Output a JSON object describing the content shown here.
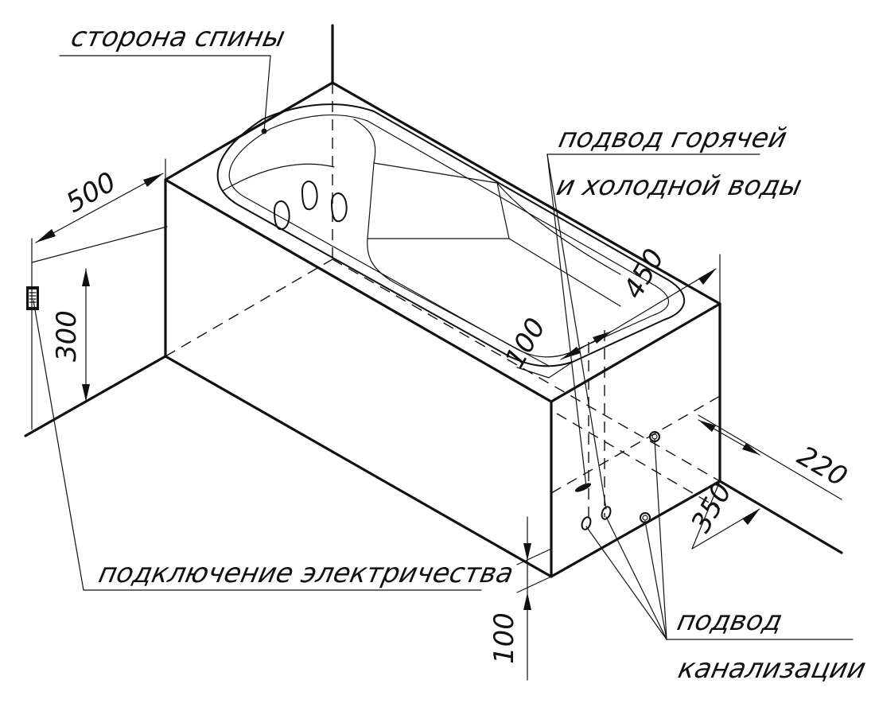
{
  "diagram": {
    "labels": {
      "back_side": "сторона спины",
      "water_supply_line1": "подвод горячей",
      "water_supply_line2": "и холодной воды",
      "electric_connection": "подключение электричества",
      "drain_line1": "подвод",
      "drain_line2": "канализации"
    },
    "dimensions": {
      "d500": "500",
      "d300": "300",
      "d450": "450",
      "d100_top": "100",
      "d220": "220",
      "d350": "350",
      "d100_bottom": "100"
    },
    "colors": {
      "ink": "#111111",
      "background": "#ffffff"
    }
  }
}
